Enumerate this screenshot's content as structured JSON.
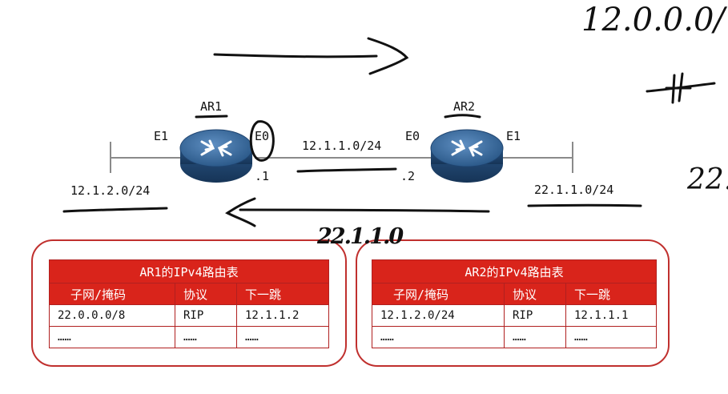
{
  "routers": {
    "ar1": {
      "name": "AR1",
      "left_iface": "E1",
      "right_iface": "E0",
      "ip_suffix": ".1"
    },
    "ar2": {
      "name": "AR2",
      "left_iface": "E0",
      "right_iface": "E1",
      "ip_suffix": ".2"
    }
  },
  "networks": {
    "left": "12.1.2.0/24",
    "middle": "12.1.1.0/24",
    "right": "22.1.1.0/24"
  },
  "tables": {
    "ar1": {
      "title": "AR1的IPv4路由表",
      "headers": [
        "子网/掩码",
        "协议",
        "下一跳"
      ],
      "rows": [
        [
          "22.0.0.0/8",
          "RIP",
          "12.1.1.2"
        ],
        [
          "……",
          "……",
          "……"
        ]
      ]
    },
    "ar2": {
      "title": "AR2的IPv4路由表",
      "headers": [
        "子网/掩码",
        "协议",
        "下一跳"
      ],
      "rows": [
        [
          "12.1.2.0/24",
          "RIP",
          "12.1.1.1"
        ],
        [
          "……",
          "……",
          "……"
        ]
      ]
    }
  },
  "annotations": {
    "top_right": "12.0.0.0/",
    "bottom_middle": "22.1.1.0",
    "right_edge": "22."
  },
  "colors": {
    "accent": "#d9241b",
    "router": "#2f5e8e"
  }
}
